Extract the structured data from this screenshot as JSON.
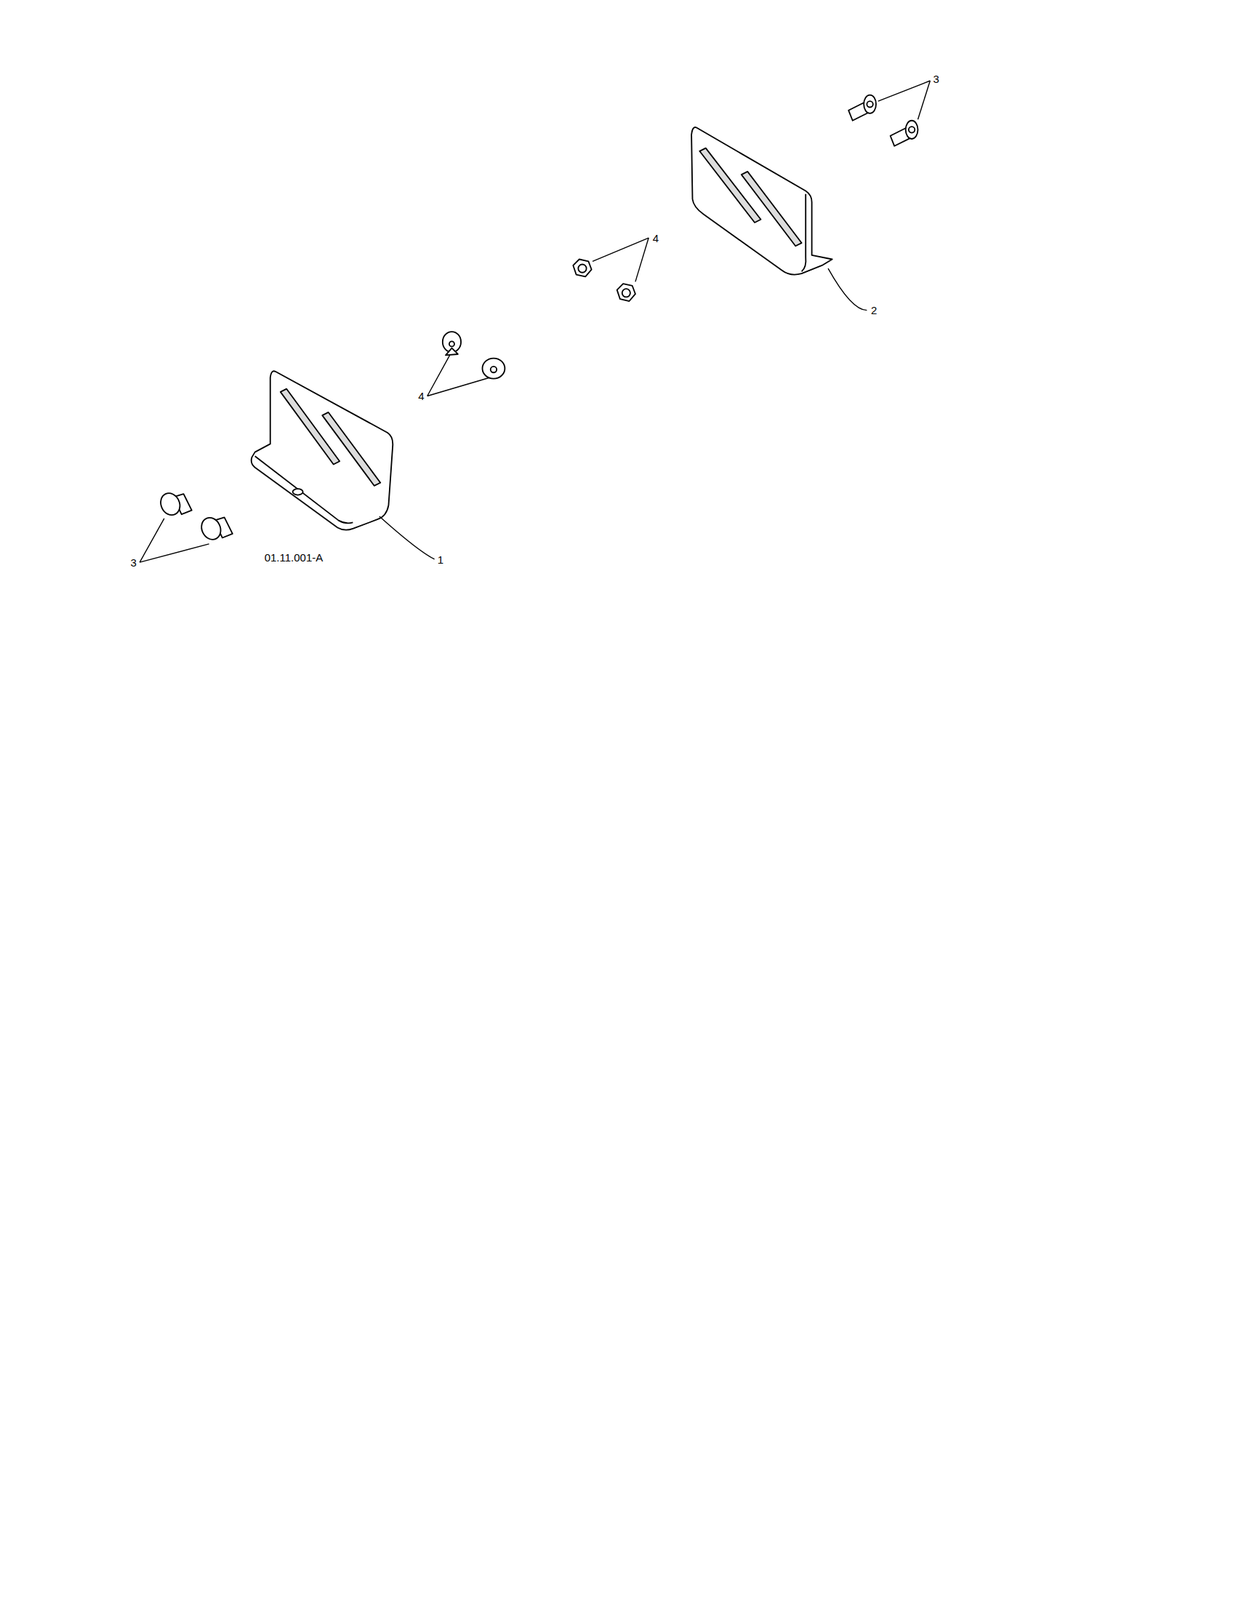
{
  "diagram": {
    "labels": [
      "3",
      "4",
      "2",
      "4",
      "3",
      "01.11.001-A",
      "1"
    ]
  }
}
